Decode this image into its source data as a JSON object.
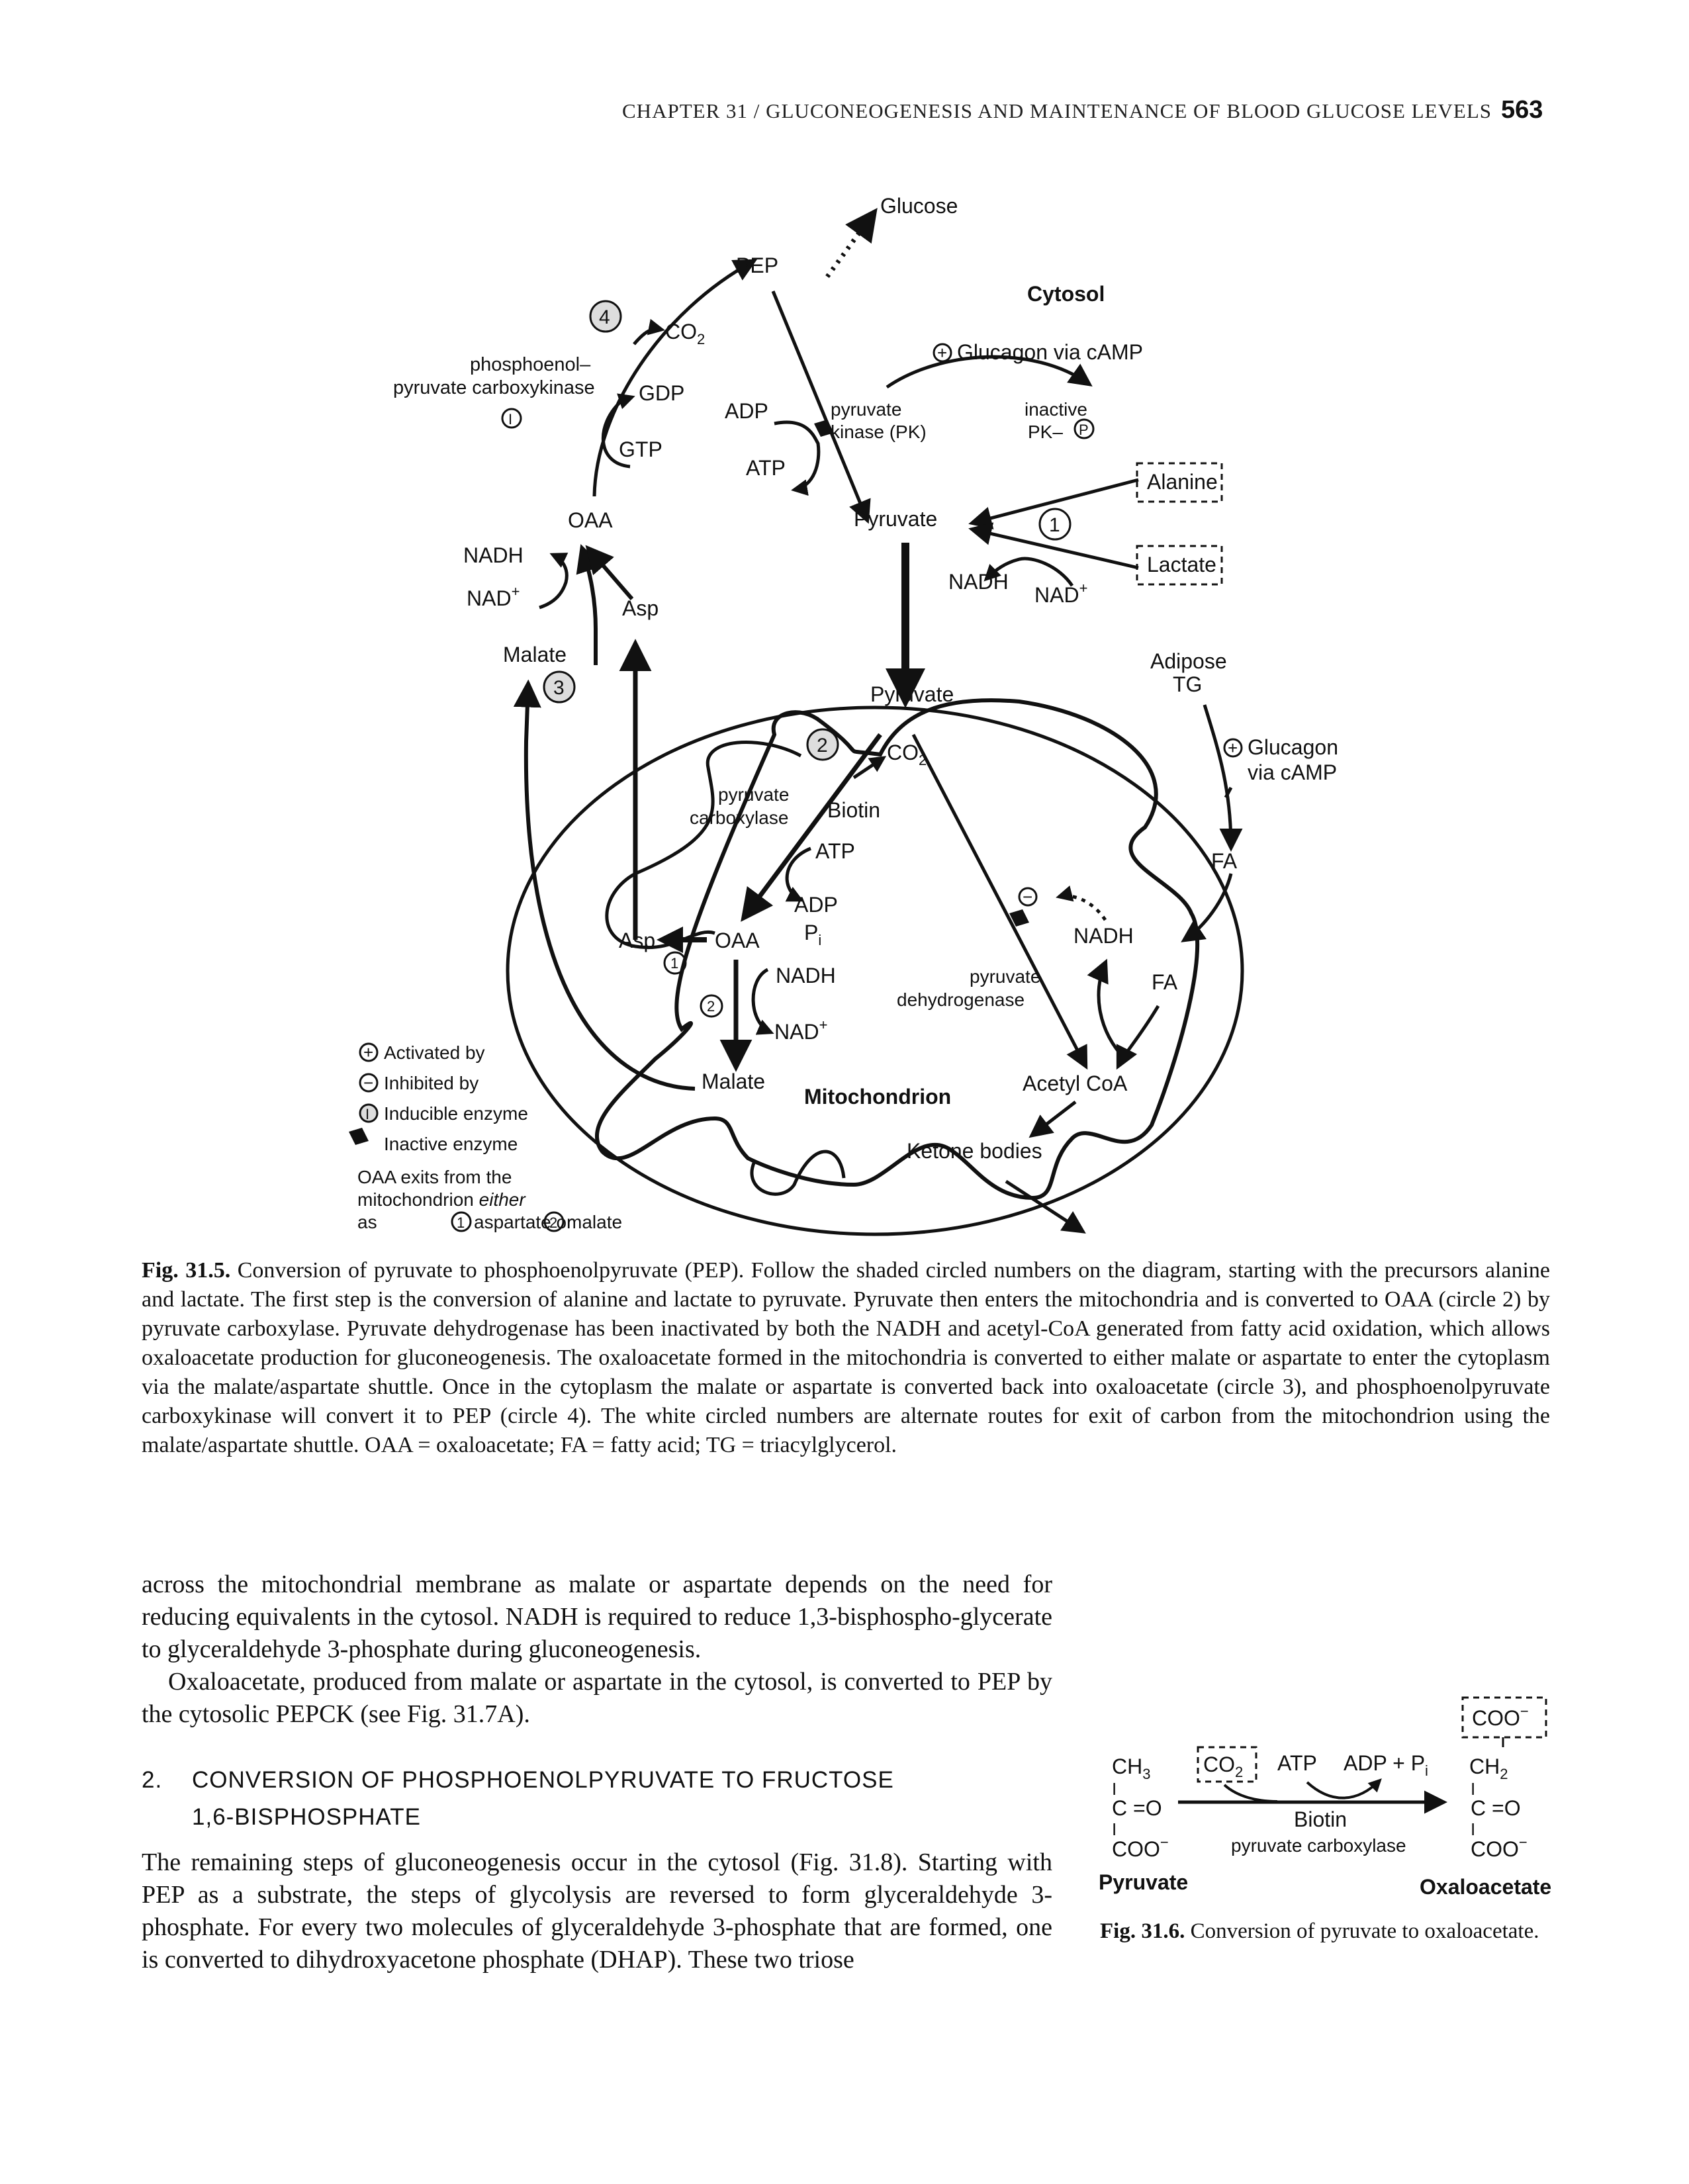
{
  "header": {
    "running_head": "CHAPTER 31 / GLUCONEOGENESIS AND MAINTENANCE OF BLOOD GLUCOSE LEVELS",
    "page_number": "563"
  },
  "fig_31_5": {
    "labels": {
      "glucose": "Glucose",
      "pep": "PEP",
      "cytosol": "Cytosol",
      "co2": "CO",
      "co2_sub": "2",
      "gdp": "GDP",
      "gtp": "GTP",
      "pepck_line1": "phosphoenol–",
      "pepck_line2": "pyruvate carboxykinase",
      "inducible": "I",
      "glucagon_camp": "Glucagon via cAMP",
      "adp": "ADP",
      "atp": "ATP",
      "pk_line1": "pyruvate",
      "pk_line2": "kinase (PK)",
      "inactive_line1": "inactive",
      "inactive_line2": "PK–",
      "p_circ": "P",
      "alanine": "Alanine",
      "lactate": "Lactate",
      "pyruvate": "Pyruvate",
      "nadh": "NADH",
      "nad": "NAD",
      "nad_sup": "+",
      "oaa": "OAA",
      "asp": "Asp",
      "malate": "Malate",
      "adipose": "Adipose",
      "tg": "TG",
      "glucagon2": "Glucagon",
      "via_camp": "via cAMP",
      "fa": "FA",
      "pc_line1": "pyruvate",
      "pc_line2": "carboxylase",
      "biotin": "Biotin",
      "pi": "P",
      "pi_sub": "i",
      "pdh_line1": "pyruvate",
      "pdh_line2": "dehydrogenase",
      "acetyl_coa": "Acetyl CoA",
      "mitochondrion": "Mitochondrion",
      "ketone_bodies": "Ketone bodies",
      "minus": "−",
      "plus": "+",
      "n1": "1",
      "n2": "2",
      "n3": "3",
      "n4": "4"
    },
    "legend": {
      "activated": "Activated by",
      "inhibited": "Inhibited by",
      "inducible": "Inducible enzyme",
      "inactive": "Inactive enzyme",
      "oaa_exits_1": "OAA exits from the",
      "oaa_exits_2": "mitochondrion ",
      "oaa_exits_2_em": "either",
      "oaa_exits_3a": "as ",
      "oaa_exits_3b": "aspartate or ",
      "oaa_exits_3c": "malate"
    },
    "caption_label": "Fig. 31.5.",
    "caption_text": " Conversion of pyruvate to phosphoenolpyruvate (PEP). Follow the shaded circled numbers on the diagram, starting with the precursors alanine and lactate. The first step is the conversion of alanine and lactate to pyruvate. Pyruvate then enters the mitochondria and is converted to OAA (circle 2) by pyruvate carboxylase. Pyruvate dehydrogenase has been inactivated by both the NADH and acetyl-CoA generated from fatty acid oxidation, which allows oxaloacetate production for gluconeogenesis. The oxaloacetate formed in the mitochondria is converted to either malate or aspartate to enter the cytoplasm via the malate/aspartate shuttle. Once in the cytoplasm the malate or aspartate is converted back into oxaloacetate (circle 3), and phosphoenolpyruvate carboxykinase will convert it to PEP (circle 4). The white circled numbers are alternate routes for exit of carbon from the mitochondrion using the malate/aspartate shuttle. OAA = oxaloacetate; FA = fatty acid; TG = triacylglycerol."
  },
  "body": {
    "para1": "across the mitochondrial membrane as malate or aspartate depends on the need for reducing equivalents in the cytosol. NADH is required to reduce 1,3-bisphospho-glycerate to glyceraldehyde 3-phosphate during gluconeogenesis.",
    "para2": "Oxaloacetate, produced from malate or aspartate in the cytosol, is converted to PEP by the cytosolic PEPCK (see Fig. 31.7A).",
    "heading_num": "2.",
    "heading_line1": "CONVERSION OF PHOSPHOENOLPYRUVATE TO FRUCTOSE",
    "heading_line2": "1,6-BISPHOSPHATE",
    "para3": "The remaining steps of gluconeogenesis occur in the cytosol (Fig. 31.8). Starting with PEP as a substrate, the steps of glycolysis are reversed to form glyceraldehyde 3-phosphate. For every two molecules of glyceraldehyde 3-phosphate that are formed, one is converted to dihydroxyacetone phosphate (DHAP). These two triose"
  },
  "fig_31_6": {
    "ch3": "CH",
    "ch3_sub": "3",
    "ch2": "CH",
    "ch2_sub": "2",
    "bond": "I",
    "co": "C =O",
    "coo": "COO",
    "coo_sup": "−",
    "co2": "CO",
    "co2_sub": "2",
    "atp": "ATP",
    "adp_pi": "ADP + P",
    "pi_sub": "i",
    "biotin": "Biotin",
    "enzyme": "pyruvate carboxylase",
    "pyruvate": "Pyruvate",
    "oxaloacetate": "Oxaloacetate",
    "caption_label": "Fig. 31.6.",
    "caption_text": " Conversion of pyruvate to oxaloacetate."
  }
}
